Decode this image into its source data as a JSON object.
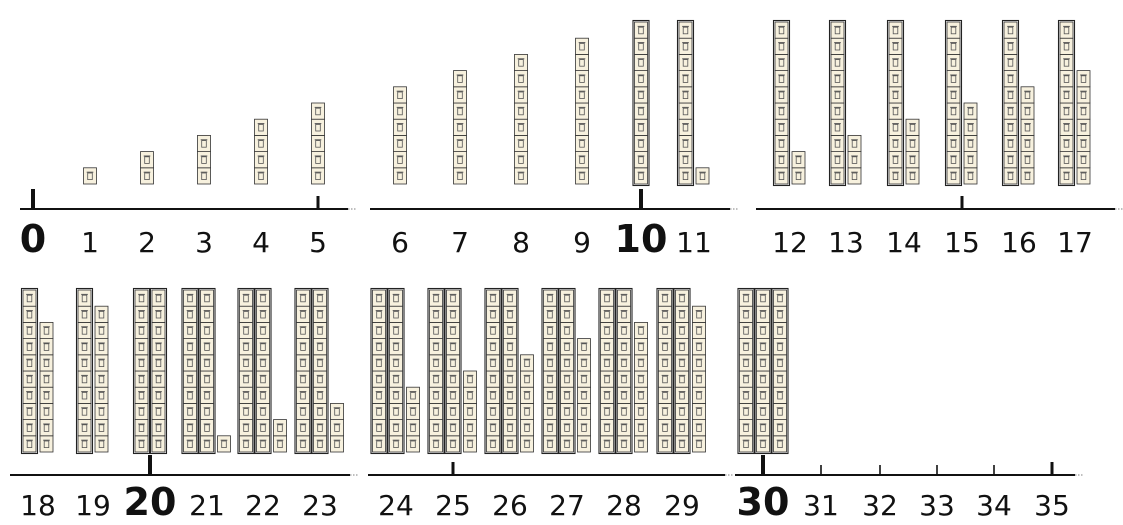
{
  "rows": [
    {
      "segments": [
        {
          "numbers": [
            {
              "label": "0",
              "value": 0,
              "bold": true
            },
            {
              "label": "1",
              "value": 1
            },
            {
              "label": "2",
              "value": 2
            },
            {
              "label": "3",
              "value": 3
            },
            {
              "label": "4",
              "value": 4
            },
            {
              "label": "5",
              "value": 5
            }
          ]
        },
        {
          "numbers": [
            {
              "label": "6",
              "value": 6
            },
            {
              "label": "7",
              "value": 7
            },
            {
              "label": "8",
              "value": 8
            },
            {
              "label": "9",
              "value": 9
            },
            {
              "label": "10",
              "value": 10,
              "bold": true
            },
            {
              "label": "11",
              "value": 11
            }
          ]
        },
        {
          "numbers": [
            {
              "label": "12",
              "value": 12
            },
            {
              "label": "13",
              "value": 13
            },
            {
              "label": "14",
              "value": 14
            },
            {
              "label": "15",
              "value": 15
            },
            {
              "label": "16",
              "value": 16
            },
            {
              "label": "17",
              "value": 17
            }
          ]
        }
      ]
    },
    {
      "segments": [
        {
          "numbers": [
            {
              "label": "18",
              "value": 18
            },
            {
              "label": "19",
              "value": 19
            },
            {
              "label": "20",
              "value": 20,
              "bold": true
            },
            {
              "label": "21",
              "value": 21
            },
            {
              "label": "22",
              "value": 22
            },
            {
              "label": "23",
              "value": 23
            }
          ]
        },
        {
          "numbers": [
            {
              "label": "24",
              "value": 24
            },
            {
              "label": "25",
              "value": 25
            },
            {
              "label": "26",
              "value": 26
            },
            {
              "label": "27",
              "value": 27
            },
            {
              "label": "28",
              "value": 28
            },
            {
              "label": "29",
              "value": 29
            }
          ]
        },
        {
          "numbers": [
            {
              "label": "30",
              "value": 30,
              "bold": true
            },
            {
              "label": "31",
              "value": 31,
              "no_blocks": true
            },
            {
              "label": "32",
              "value": 32,
              "no_blocks": true
            },
            {
              "label": "33",
              "value": 33,
              "no_blocks": true
            },
            {
              "label": "34",
              "value": 34,
              "no_blocks": true
            },
            {
              "label": "35",
              "value": 35,
              "no_blocks": true
            }
          ]
        }
      ]
    }
  ],
  "colors": {
    "line": "#111111",
    "block_fill": "#f7f1de",
    "block_stroke": "#333333",
    "icon": "#555555"
  }
}
